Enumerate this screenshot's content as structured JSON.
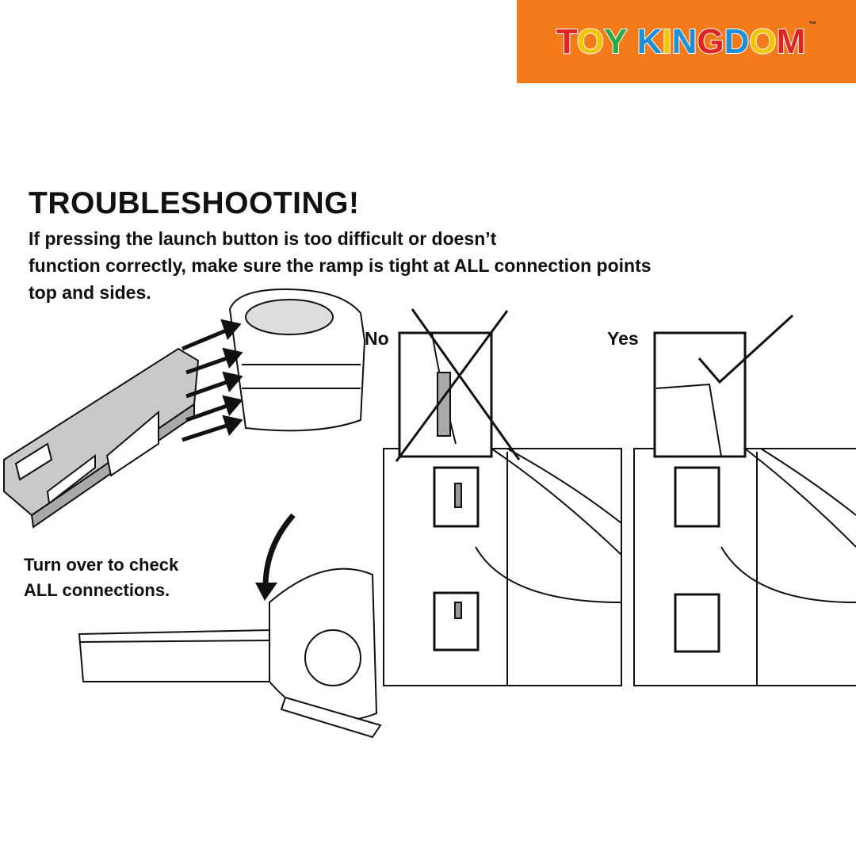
{
  "logo": {
    "brand": "TOY KINGDOM",
    "letters": [
      {
        "ch": "T",
        "color": "#E02424"
      },
      {
        "ch": "O",
        "color": "#F5C400"
      },
      {
        "ch": "Y",
        "color": "#2DA84A"
      },
      {
        "ch": " ",
        "color": "#fff"
      },
      {
        "ch": "K",
        "color": "#1E8FD6"
      },
      {
        "ch": "I",
        "color": "#F5C400"
      },
      {
        "ch": "N",
        "color": "#1E8FD6"
      },
      {
        "ch": "G",
        "color": "#E02424"
      },
      {
        "ch": "D",
        "color": "#1E8FD6"
      },
      {
        "ch": "O",
        "color": "#F5C400"
      },
      {
        "ch": "M",
        "color": "#E02424"
      }
    ],
    "tm": "™",
    "background": "#F57A1A"
  },
  "heading": "TROUBLESHOOTING!",
  "instructions": "If pressing the launch button is too difficult or doesn’t\nfunction correctly, make sure the ramp is tight at ALL connection points\ntop and sides.",
  "turn_over": "Turn over to check\nALL connections.",
  "labels": {
    "no": "No",
    "yes": "Yes"
  }
}
